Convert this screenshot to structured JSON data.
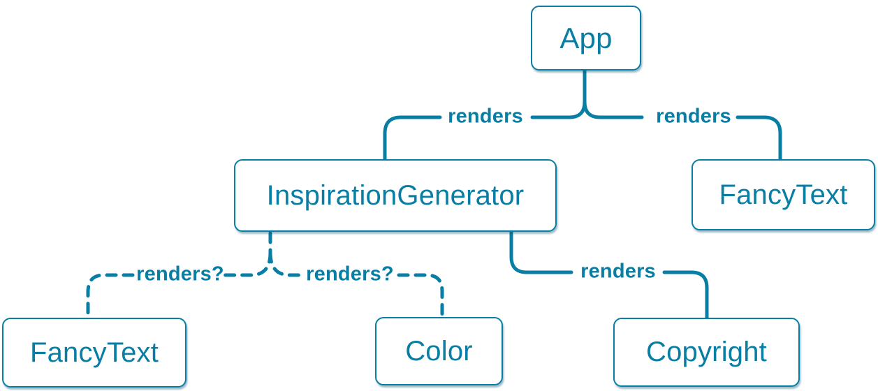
{
  "colors": {
    "accent": "#087ea4",
    "node_fill": "#ffffff"
  },
  "nodes": {
    "app": {
      "label": "App"
    },
    "inspiration_generator": {
      "label": "InspirationGenerator"
    },
    "fancy_text_top": {
      "label": "FancyText"
    },
    "fancy_text_bottom": {
      "label": "FancyText"
    },
    "color": {
      "label": "Color"
    },
    "copyright": {
      "label": "Copyright"
    }
  },
  "edges": {
    "app_to_inspiration_generator": {
      "label": "renders",
      "style": "solid"
    },
    "app_to_fancy_text": {
      "label": "renders",
      "style": "solid"
    },
    "inspiration_generator_to_fancy_text": {
      "label": "renders?",
      "style": "dashed"
    },
    "inspiration_generator_to_color": {
      "label": "renders?",
      "style": "dashed"
    },
    "inspiration_generator_to_copyright": {
      "label": "renders",
      "style": "solid"
    }
  }
}
